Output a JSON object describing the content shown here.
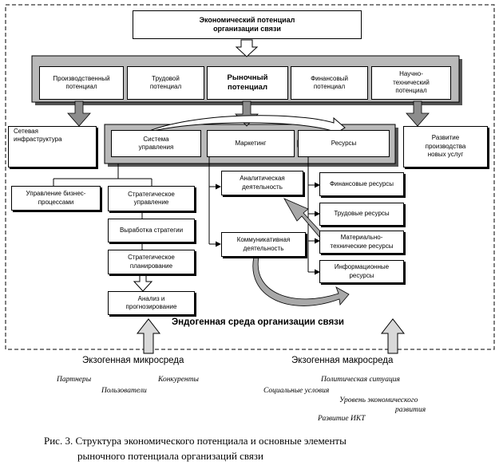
{
  "top": {
    "line1": "Экономический потенциал",
    "line2": "организации связи"
  },
  "potentials": [
    {
      "line1": "Производственный",
      "line2": "потенциал"
    },
    {
      "line1": "Трудовой",
      "line2": "потенциал"
    },
    {
      "line1": "Рыночный",
      "line2": "потенциал"
    },
    {
      "line1": "Финансовый",
      "line2": "потенциал"
    },
    {
      "line1": "Научно-",
      "line2": "технический",
      "line3": "потенциал"
    }
  ],
  "network": {
    "line1": "Сетевая",
    "line2": "инфраструктура"
  },
  "newservices": {
    "line1": "Развитие",
    "line2": "производства",
    "line3": "новых услуг"
  },
  "market_row": {
    "system": {
      "line1": "Система",
      "line2": "управления"
    },
    "marketing": "Маркетинг",
    "resources": "Ресурсы"
  },
  "business": {
    "line1": "Управление бизнес-",
    "line2": "процессами"
  },
  "strategic": {
    "mgmt": {
      "line1": "Стратегическое",
      "line2": "управление"
    },
    "dev": "Выработка стратегии",
    "plan": {
      "line1": "Стратегическое",
      "line2": "планирование"
    },
    "analysis": {
      "line1": "Анализ и",
      "line2": "прогнозирование"
    }
  },
  "marketing_items": {
    "analytic": {
      "line1": "Аналитическая",
      "line2": "деятельность"
    },
    "comm": {
      "line1": "Коммуникативная",
      "line2": "деятельность"
    }
  },
  "resources_items": [
    {
      "line1": "Финансовые ресурсы"
    },
    {
      "line1": "Трудовые ресурсы"
    },
    {
      "line1": "Материально-",
      "line2": "технические ресурсы"
    },
    {
      "line1": "Информационные",
      "line2": "ресурсы"
    }
  ],
  "endogenous": "Эндогенная среда организации связи",
  "micro": {
    "title": "Экзогенная микросреда",
    "items": [
      "Партнеры",
      "Конкуренты",
      "Пользователи"
    ]
  },
  "macro": {
    "title": "Экзогенная макросреда",
    "items": [
      "Политическая ситуация",
      "Социальные условия",
      "Уровень экономического",
      "развития",
      "Развитие ИКТ"
    ]
  },
  "caption": {
    "line1": "Рис. 3. Структура экономического потенциала и основные элементы",
    "line2": "рыночного потенциала организаций связи"
  }
}
